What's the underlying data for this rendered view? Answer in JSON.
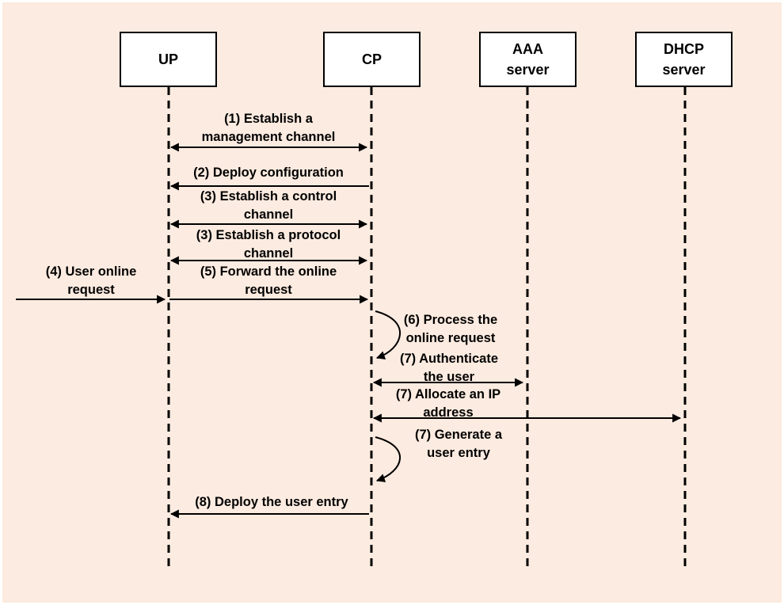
{
  "participants": [
    {
      "id": "up",
      "label": "UP"
    },
    {
      "id": "cp",
      "label": "CP"
    },
    {
      "id": "aaa",
      "label": "AAA\nserver"
    },
    {
      "id": "dhcp",
      "label": "DHCP\nserver"
    }
  ],
  "messages": [
    {
      "id": "m1",
      "label": "(1) Establish a\nmanagement channel"
    },
    {
      "id": "m2",
      "label": "(2) Deploy configuration"
    },
    {
      "id": "m3a",
      "label": "(3) Establish a control\nchannel"
    },
    {
      "id": "m3b",
      "label": "(3) Establish a protocol\nchannel"
    },
    {
      "id": "m4",
      "label": "(4) User online\nrequest"
    },
    {
      "id": "m5",
      "label": "(5) Forward the online\nrequest"
    },
    {
      "id": "m6",
      "label": "(6) Process the\nonline request"
    },
    {
      "id": "m7a",
      "label": "(7) Authenticate\nthe user"
    },
    {
      "id": "m7b",
      "label": "(7) Allocate an IP\naddress"
    },
    {
      "id": "m7c",
      "label": "(7) Generate a\nuser entry"
    },
    {
      "id": "m8",
      "label": "(8) Deploy the user entry"
    }
  ],
  "colors": {
    "background": "#fcebe0",
    "line": "#000000",
    "box": "#ffffff"
  }
}
